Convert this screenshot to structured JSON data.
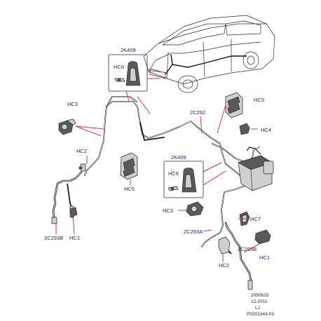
{
  "labels": {
    "label_2k409_top": "2K409",
    "label_hc6_top": "HC6",
    "label_hc3_left": "HC3",
    "label_hc2_left": "HC2",
    "label_2c293b": "2C293B",
    "label_hc1_left": "HC1",
    "label_hc5_mid": "HC5",
    "label_2c292": "2C292",
    "label_hc5_right": "HC5",
    "label_hc4": "HC4",
    "label_2k409_mid": "2K409",
    "label_hc6_mid": "HC6",
    "label_hc3_bottom": "HC3",
    "label_hc7": "HC7",
    "label_2c293a": "2C293A",
    "label_2c293b_right": "2C293B",
    "label_hc1_right": "HC1",
    "label_hc2_bottom": "HC2"
  },
  "footer": {
    "line1": "2050615",
    "line2": "12-2011",
    "line3": "LJ",
    "line4": "P0201344-03"
  },
  "colors": {
    "label_text": "#1a2a6c",
    "leader_line": "#d8363a",
    "line_art": "#1b1b1b"
  }
}
